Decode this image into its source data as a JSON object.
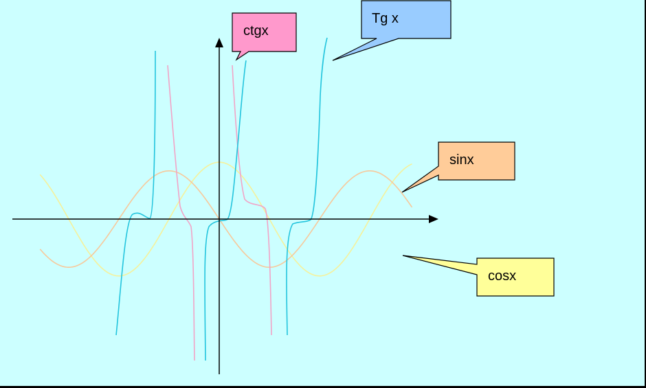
{
  "colors": {
    "background": "#ccffff",
    "axis": "#000000",
    "tg": "#22c4dd",
    "ctg": "#f2a3c6",
    "sin": "#f8c89a",
    "cos": "#f6f19a"
  },
  "callouts": {
    "ctg": {
      "label": "ctgx",
      "fill": "#ff99cc"
    },
    "tg": {
      "label": "Tg x",
      "fill": "#99ccff"
    },
    "sin": {
      "label": "sinx",
      "fill": "#ffcc99"
    },
    "cos": {
      "label": "cosx",
      "fill": "#ffff99"
    }
  }
}
